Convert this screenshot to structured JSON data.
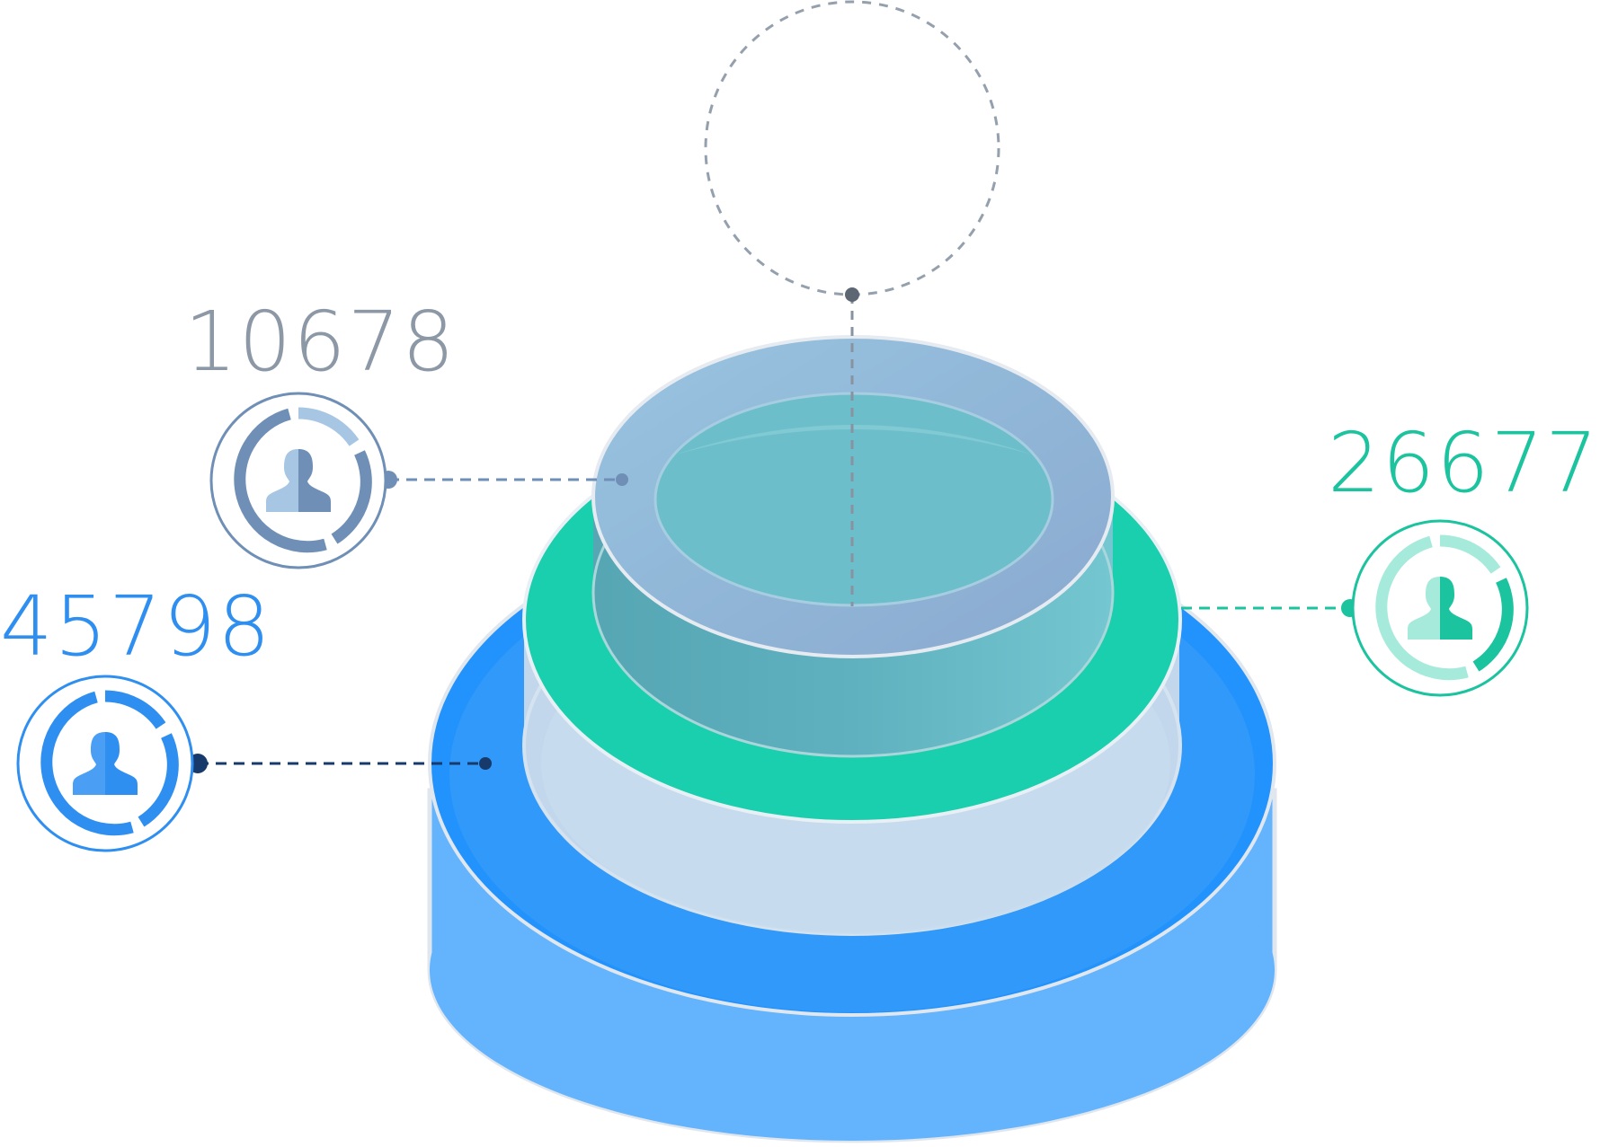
{
  "stats": [
    {
      "id": "top-left",
      "value": "10678",
      "color": "#8d98a6",
      "icon": "user-icon"
    },
    {
      "id": "bottom-left",
      "value": "45798",
      "color": "#2f8ff0",
      "icon": "user-icon"
    },
    {
      "id": "right",
      "value": "26677",
      "color": "#1bc39e",
      "icon": "user-icon"
    }
  ],
  "colors": {
    "base_blue": "#2292fc",
    "base_side": "#63b3fd",
    "middle_green": "#1acfae",
    "middle_side": "#c2d7ec",
    "top_ring": "#92bcdc",
    "top_inner": "#6cbfca",
    "dash_gray": "#94a0ae"
  }
}
